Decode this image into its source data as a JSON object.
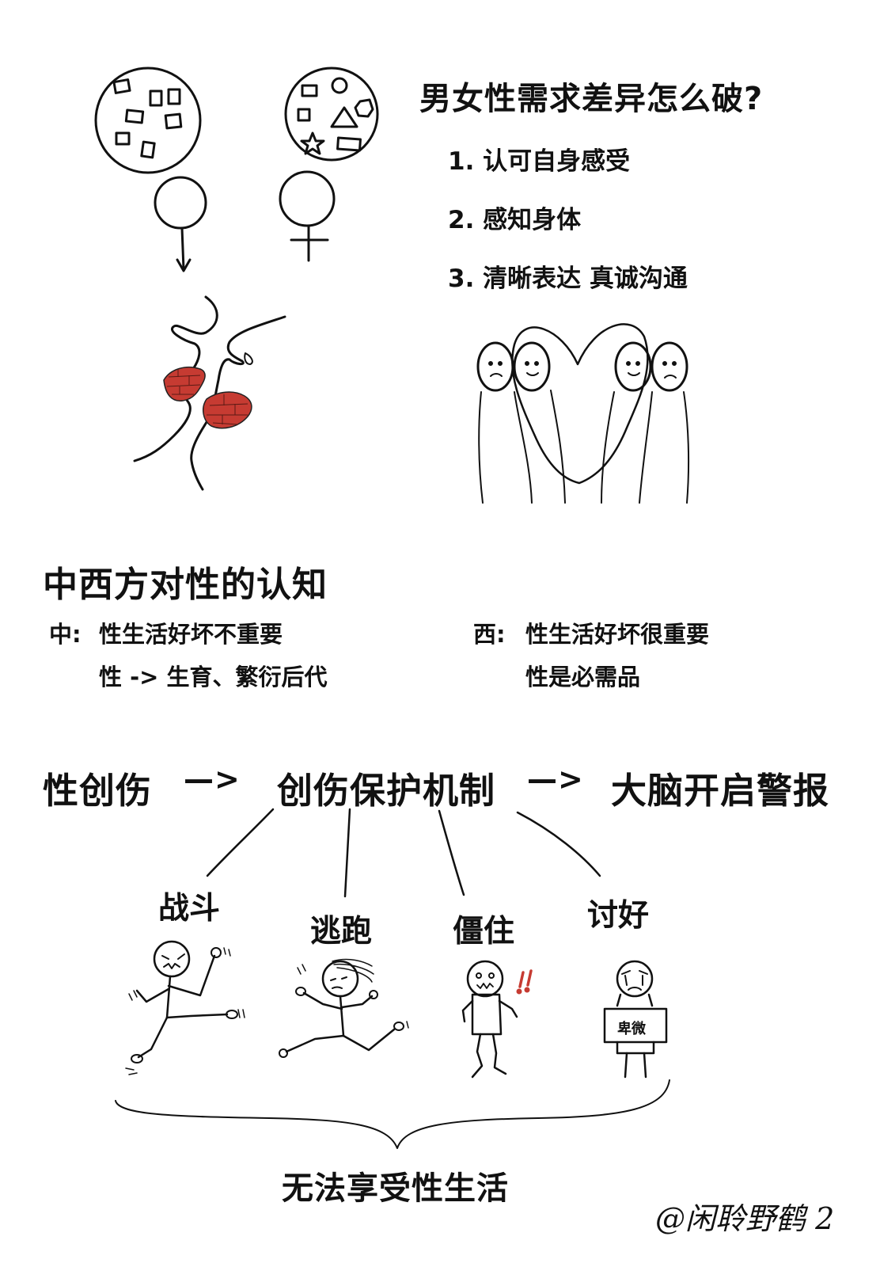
{
  "section1": {
    "title": "男女性需求差异怎么破?",
    "steps": [
      "1. 认可自身感受",
      "2. 感知身体",
      "3. 清晰表达 真诚沟通"
    ]
  },
  "section2": {
    "title": "中西方对性的认知",
    "china": {
      "prefix": "中:",
      "line1": "性生活好坏不重要",
      "line2": "性 -> 生育、繁衍后代"
    },
    "west": {
      "prefix": "西:",
      "line1": "性生活好坏很重要",
      "line2": "性是必需品"
    }
  },
  "section3": {
    "cause": "性创伤",
    "arrow1": "—>",
    "mechanism": "创伤保护机制",
    "arrow2": "—>",
    "effect": "大脑开启警报",
    "responses": [
      "战斗",
      "逃跑",
      "僵住",
      "讨好"
    ],
    "sign_text": "卑微",
    "exclaim": "!!",
    "conclusion": "无法享受性生活"
  },
  "signature": "@闲聆野鹤 2",
  "colors": {
    "lips": "#c63b32",
    "ink": "#111111"
  }
}
